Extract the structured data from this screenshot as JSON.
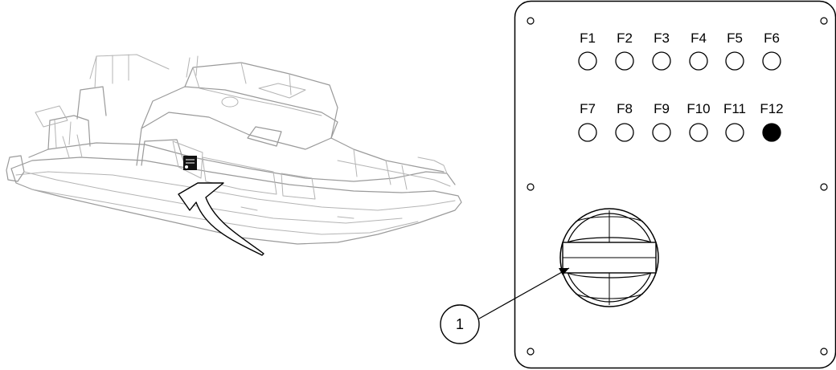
{
  "fuse_panel": {
    "fuses": [
      {
        "label": "F1",
        "filled": false
      },
      {
        "label": "F2",
        "filled": false
      },
      {
        "label": "F3",
        "filled": false
      },
      {
        "label": "F4",
        "filled": false
      },
      {
        "label": "F5",
        "filled": false
      },
      {
        "label": "F6",
        "filled": false
      },
      {
        "label": "F7",
        "filled": false
      },
      {
        "label": "F8",
        "filled": false
      },
      {
        "label": "F9",
        "filled": false
      },
      {
        "label": "F10",
        "filled": false
      },
      {
        "label": "F11",
        "filled": false
      },
      {
        "label": "F12",
        "filled": true
      }
    ]
  },
  "callout": {
    "number": "1"
  },
  "colors": {
    "line": "#000000",
    "boat_line": "#9a9a9a",
    "fill_active": "#000000"
  }
}
